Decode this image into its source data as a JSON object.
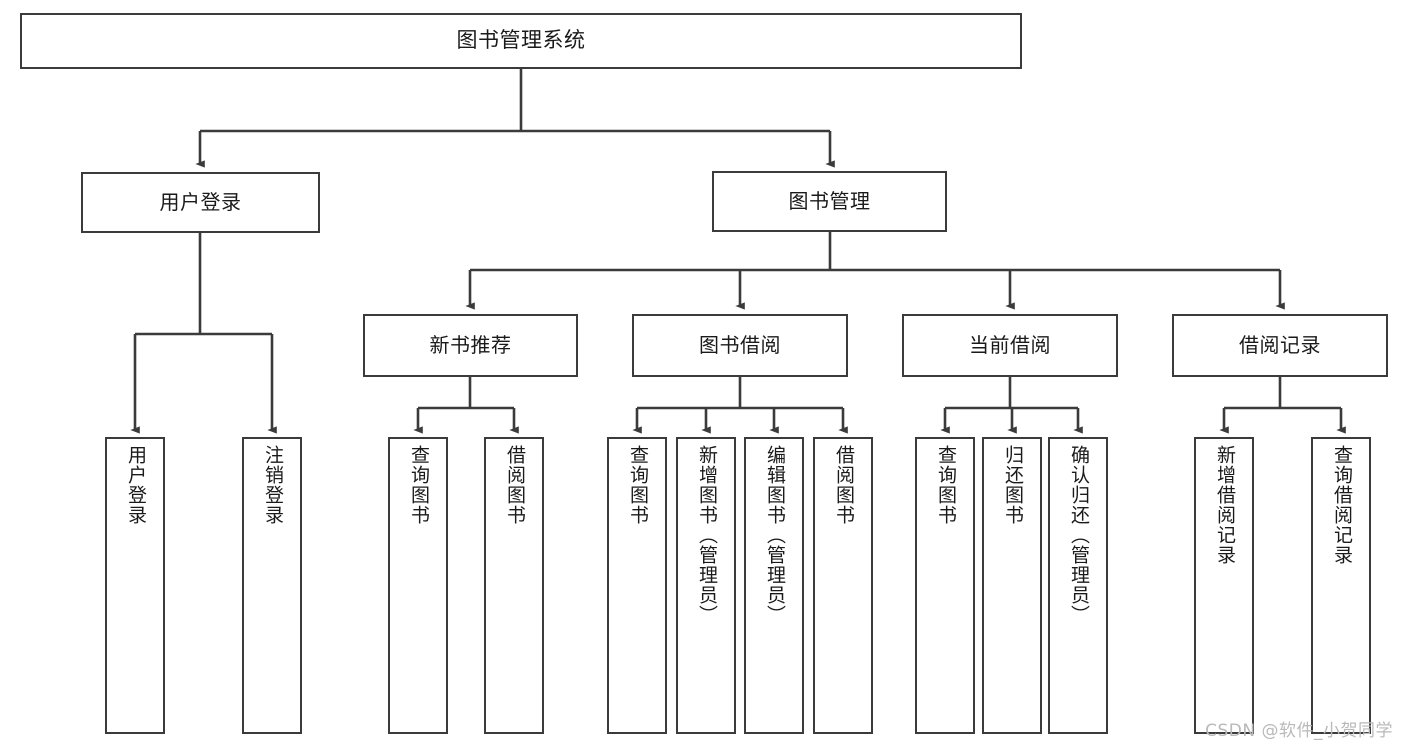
{
  "diagram": {
    "title": "图书管理系统",
    "type": "tree",
    "watermark": "CSDN @软件_小贺同学",
    "colors": {
      "stroke": "#3b3b3b",
      "box_fill": "#ffffff",
      "text": "#1a1a1a",
      "watermark": "#b9b9b9",
      "background": "#ffffff"
    },
    "nodes": {
      "root": {
        "label": "图书管理系统"
      },
      "level2": [
        {
          "id": "user-login",
          "label": "用户登录"
        },
        {
          "id": "book-manage",
          "label": "图书管理"
        }
      ],
      "level3": [
        {
          "id": "new-book-recommend",
          "label": "新书推荐"
        },
        {
          "id": "book-borrow",
          "label": "图书借阅"
        },
        {
          "id": "current-borrow",
          "label": "当前借阅"
        },
        {
          "id": "borrow-record",
          "label": "借阅记录"
        }
      ],
      "leaves": {
        "user_login": [
          {
            "id": "leaf-user-login",
            "label": "用户登录"
          },
          {
            "id": "leaf-logout",
            "label": "注销登录"
          }
        ],
        "new_book_recommend": [
          {
            "id": "leaf-query-book-1",
            "label": "查询图书"
          },
          {
            "id": "leaf-borrow-book-1",
            "label": "借阅图书"
          }
        ],
        "book_borrow": [
          {
            "id": "leaf-query-book-2",
            "label": "查询图书"
          },
          {
            "id": "leaf-add-book",
            "label": "新增图书（管理员）"
          },
          {
            "id": "leaf-edit-book",
            "label": "编辑图书（管理员）"
          },
          {
            "id": "leaf-borrow-book-2",
            "label": "借阅图书"
          }
        ],
        "current_borrow": [
          {
            "id": "leaf-query-book-3",
            "label": "查询图书"
          },
          {
            "id": "leaf-return-book",
            "label": "归还图书"
          },
          {
            "id": "leaf-confirm-return",
            "label": "确认归还（管理员）"
          }
        ],
        "borrow_record": [
          {
            "id": "leaf-add-record",
            "label": "新增借阅记录"
          },
          {
            "id": "leaf-query-record",
            "label": "查询借阅记录"
          }
        ]
      }
    }
  }
}
